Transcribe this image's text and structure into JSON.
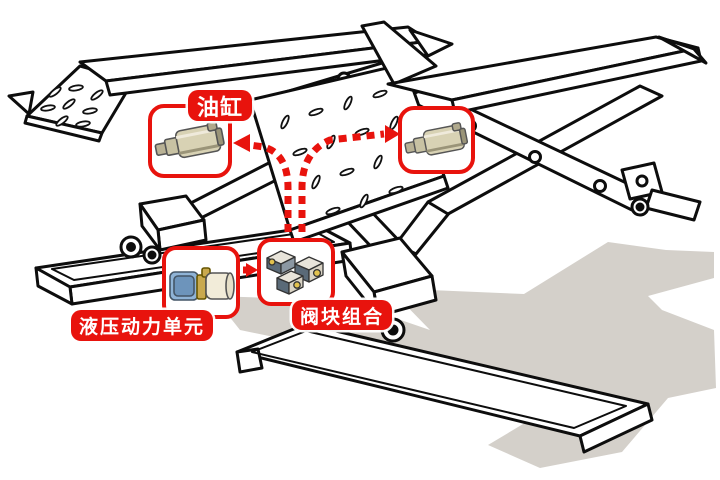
{
  "diagram": {
    "kind": "technical-illustration",
    "subject_depicted": "scissor-lift-with-hydraulic-components"
  },
  "callouts": {
    "oil_cylinder": {
      "label": "油缸",
      "part": "hydraulic-oil-cylinder",
      "boxes_shown": 2
    },
    "power_unit": {
      "label": "液压动力单元",
      "part": "hydraulic-power-unit",
      "boxes_shown": 1
    },
    "valve_block": {
      "label": "阀块组合",
      "part": "valve-block-assembly",
      "boxes_shown": 1
    }
  },
  "flow_arrows": {
    "style": "red-dashed-chevron",
    "connections": [
      {
        "from": "power_unit",
        "to": "valve_block"
      },
      {
        "from": "valve_block",
        "to": "oil-cylinder-left"
      },
      {
        "from": "valve_block",
        "to": "oil-cylinder-right"
      }
    ]
  },
  "colors": {
    "callout_red": "#e8130d",
    "line_black": "#0d0d0d",
    "shadow_gray": "#d4d0ca",
    "cylinder_tan": "#d8d2b4",
    "motor_blue": "#8fb3d6",
    "tank_cream": "#f2ecd9",
    "valve_port_yellow": "#e2c24e",
    "background": "#ffffff"
  }
}
